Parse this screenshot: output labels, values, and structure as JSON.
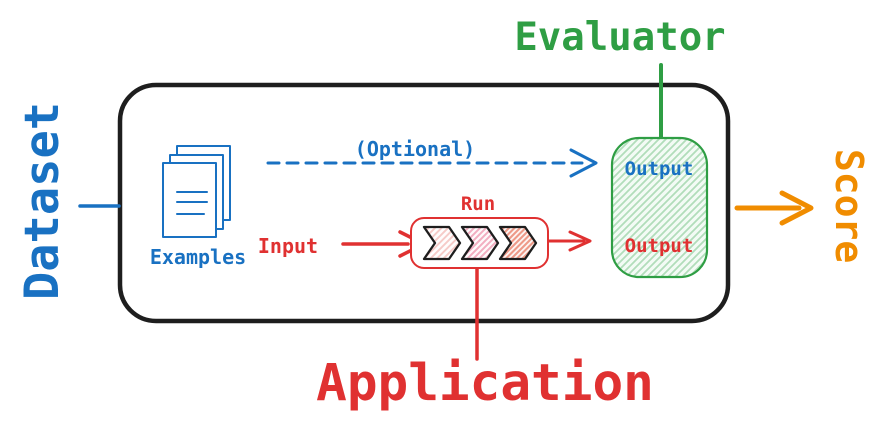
{
  "canvas": {
    "background": "#ffffff"
  },
  "colors": {
    "dataset_blue": "#1971c2",
    "application_red": "#e03131",
    "evaluator_green": "#2f9e44",
    "score_orange": "#f08c00",
    "boundary_black": "#1e1e1e"
  },
  "labels": {
    "dataset": "Dataset",
    "evaluator": "Evaluator",
    "score": "Score",
    "application": "Application",
    "examples": "Examples",
    "optional": "(Optional)",
    "input": "Input",
    "run": "Run",
    "evaluator_output_top": "Output",
    "evaluator_output_bottom": "Output"
  },
  "icons": {
    "examples": "stacked-documents-icon",
    "run_pipeline": "chevron-sequence-icon",
    "arrows": [
      "dashed-optional-arrow",
      "input-arrow",
      "run-output-arrow",
      "score-arrow"
    ]
  }
}
